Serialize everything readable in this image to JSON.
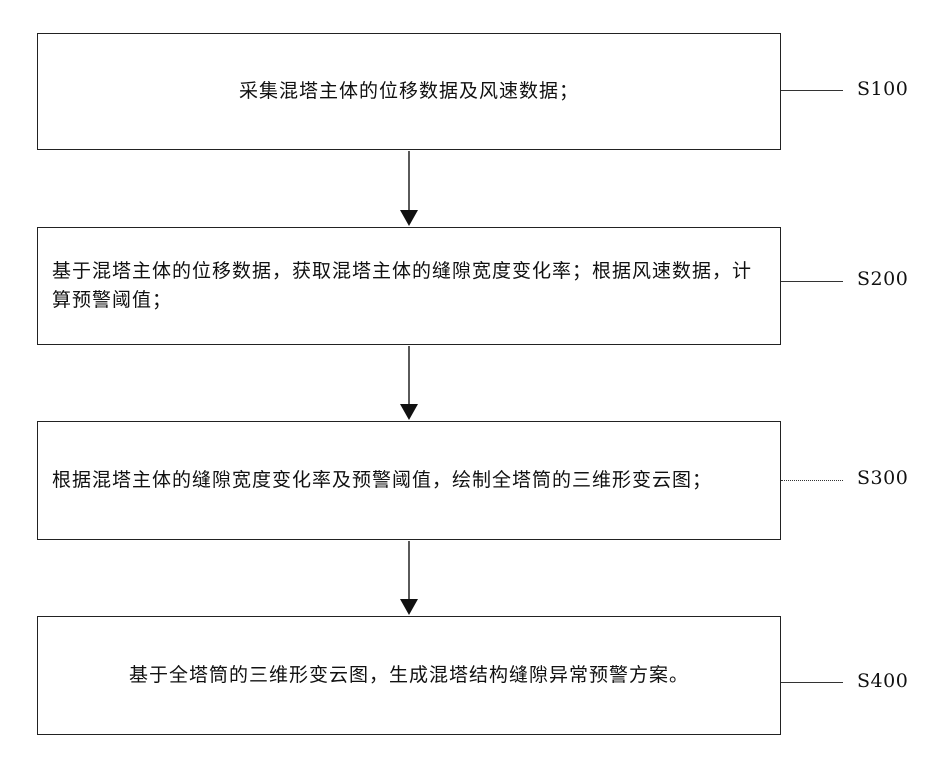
{
  "steps": [
    {
      "id": "S100",
      "text": "采集混塔主体的位移数据及风速数据；"
    },
    {
      "id": "S200",
      "text": "基于混塔主体的位移数据，获取混塔主体的缝隙宽度变化率；根据风速数据，计算预警阈值；"
    },
    {
      "id": "S300",
      "text": "根据混塔主体的缝隙宽度变化率及预警阈值，绘制全塔筒的三维形变云图；"
    },
    {
      "id": "S400",
      "text": "基于全塔筒的三维形变云图，生成混塔结构缝隙异常预警方案。"
    }
  ]
}
